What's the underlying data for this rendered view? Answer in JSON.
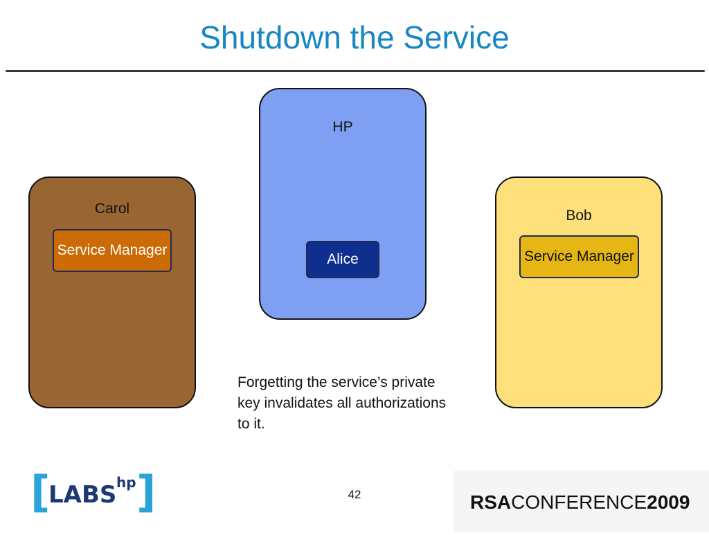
{
  "slide": {
    "title": "Shutdown the Service",
    "page_number": "42"
  },
  "panels": {
    "carol": {
      "label": "Carol",
      "service_manager": "Service Manager",
      "color": "#996633",
      "inner_color": "#cc6b05"
    },
    "hp": {
      "label": "HP",
      "alice": "Alice",
      "color": "#7f9ff2",
      "inner_color": "#0f2f8e"
    },
    "bob": {
      "label": "Bob",
      "service_manager": "Service Manager",
      "color": "#fde07a",
      "inner_color": "#e6b614"
    }
  },
  "caption": "Forgetting the service’s private key invalidates all authorizations to it.",
  "logos": {
    "left": {
      "bracket_left": "[",
      "text": "LABS",
      "superscript": "hp",
      "bracket_right": "]"
    },
    "right": {
      "prefix": "RSA",
      "middle": "CONFERENCE",
      "year": "2009"
    }
  }
}
